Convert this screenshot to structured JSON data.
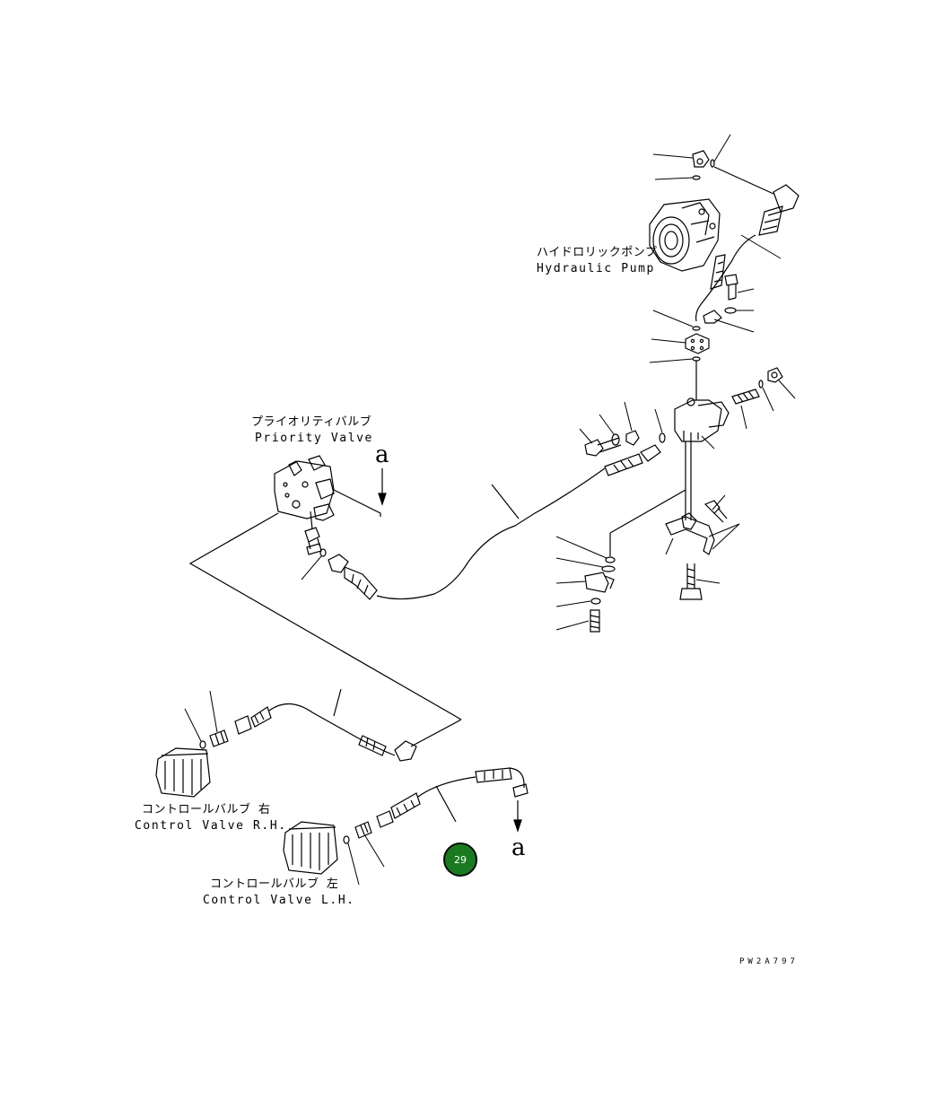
{
  "labels": {
    "hydraulic_pump_ja": "ハイドロリックポンプ",
    "hydraulic_pump_en": "Hydraulic Pump",
    "priority_valve_ja": "プライオリティバルブ",
    "priority_valve_en": "Priority Valve",
    "control_valve_rh_ja": "コントロールバルブ 右",
    "control_valve_rh_en": "Control Valve R.H.",
    "control_valve_lh_ja": "コントロールバルブ 左",
    "control_valve_lh_en": "Control Valve L.H."
  },
  "ref_mark_top": "a",
  "ref_mark_bottom": "a",
  "badge_number": "29",
  "drawing_code": "PW2A797",
  "colors": {
    "badge": "#1b7a21",
    "line": "#000000"
  }
}
